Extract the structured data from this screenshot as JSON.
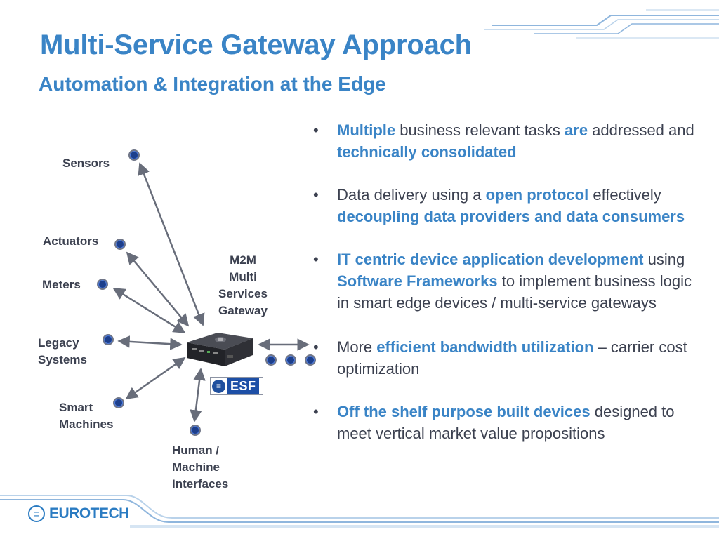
{
  "slide": {
    "title": "Multi-Service Gateway Approach",
    "subtitle": "Automation & Integration at the Edge"
  },
  "diagram": {
    "labels": {
      "sensors": "Sensors",
      "actuators": "Actuators",
      "meters": "Meters",
      "legacy_line1": "Legacy",
      "legacy_line2": "Systems",
      "smart_line1": "Smart",
      "smart_line2": "Machines",
      "hmi_line1": "Human /",
      "hmi_line2": "Machine",
      "hmi_line3": "Interfaces",
      "gateway_line1": "M2M",
      "gateway_line2": "Multi",
      "gateway_line3": "Services",
      "gateway_line4": "Gateway"
    },
    "esf_logo": "ESF",
    "node_color": "#1d3f8c"
  },
  "bullets": [
    {
      "segments": [
        {
          "text": "Multiple",
          "hl": true
        },
        {
          "text": " business relevant tasks ",
          "hl": false
        },
        {
          "text": "are",
          "hl": true
        },
        {
          "text": " addressed and ",
          "hl": false
        },
        {
          "text": "technically consolidated",
          "hl": true
        }
      ]
    },
    {
      "segments": [
        {
          "text": "Data delivery using a ",
          "hl": false
        },
        {
          "text": "open protocol",
          "hl": true
        },
        {
          "text": " effectively ",
          "hl": false
        },
        {
          "text": "decoupling data providers and data consumers",
          "hl": true
        }
      ]
    },
    {
      "segments": [
        {
          "text": "IT centric device application development",
          "hl": true
        },
        {
          "text": " using ",
          "hl": false
        },
        {
          "text": "Software Frameworks",
          "hl": true
        },
        {
          "text": " to implement business logic in smart edge devices / multi-service gateways",
          "hl": false
        }
      ]
    },
    {
      "segments": [
        {
          "text": "More ",
          "hl": false
        },
        {
          "text": "efficient bandwidth utilization",
          "hl": true
        },
        {
          "text": " – carrier cost optimization",
          "hl": false
        }
      ]
    },
    {
      "segments": [
        {
          "text": "Off the shelf purpose built devices",
          "hl": true
        },
        {
          "text": " designed to meet vertical market value propositions",
          "hl": false
        }
      ]
    }
  ],
  "footer": {
    "logo_text": "EUROTECH"
  },
  "colors": {
    "accent": "#3a84c6",
    "text": "#3c4150",
    "deco_lines": "#8fb6dd"
  }
}
